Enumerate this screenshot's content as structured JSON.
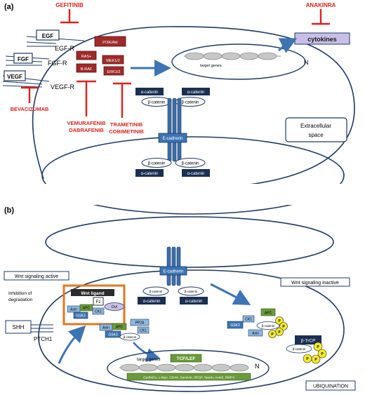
{
  "panel_a": {
    "panel_label": "(a)",
    "drugs": {
      "gefitinib": "GEFITINIB",
      "anakinra": "ANAKINRA",
      "bevacizumab": "BEVACIZUMAB",
      "vemurafenib": "VEMURAFENIB",
      "dabrafenib": "DABRAFENIB",
      "trametinib": "TRAMETINIB",
      "cobimetinib": "COBIMETINIB"
    },
    "ligands": {
      "egf": "EGF",
      "fgf": "FGF",
      "vegf": "VEGF"
    },
    "receptors": {
      "egfr": "EGF-R",
      "fgfr": "FGF-R",
      "vegfr": "VEGF-R"
    },
    "kinases": {
      "pi3k": "PI3K/Akt",
      "ras": "RAS+",
      "braf": "B-RAF",
      "mek": "MEK1/2",
      "erk": "ERK1/2"
    },
    "cytokines": "cytokines",
    "target_genes": "target genes",
    "nucleus": "N",
    "alpha_catenin": "α-catenin",
    "beta_catenin": "β-catenin",
    "e_cadherin": "E-cadherin",
    "extracellular": "Extracellular space"
  },
  "panel_b": {
    "panel_label": "(b)",
    "wnt_active": "Wnt signaling active",
    "wnt_inactive": "Wnt signaling inactive",
    "inhibition": "Inhibition of degradation",
    "wnt_ligand": "Wnt ligand",
    "fz": "Fz",
    "dvl": "Dvl",
    "axin": "Axin",
    "apc": "APC",
    "ck1": "CK1",
    "gsk3": "GSK3",
    "pp2a": "PP2A",
    "beta_catenin": "β-catenin",
    "alpha_catenin": "α-catenin",
    "e_cadherin": "E-cadherin",
    "shh": "SHH",
    "ptch1": "PTCH1",
    "target_genes": "target genes",
    "tcf_lef": "TCF/LEF",
    "nucleus": "N",
    "gene_list": "CyclinD1, c-Myc, CD44, Survivin, VEGF, fascin, Axin2, BMP4",
    "btrcp": "β-TrCP",
    "p": "P",
    "ubiquination": "UBIQUINATION"
  },
  "colors": {
    "outline": "#1f3a64",
    "red": "#e0201c",
    "dark_box": "#1a2f52",
    "maroon": "#a02a2a",
    "green": "#6a9a3a",
    "lightblue": "#8fb6dd",
    "lavender": "#c8bfe7",
    "yellow": "#f3ea2a",
    "orange": "#e07820",
    "blue_arrow": "#3c74b4"
  }
}
